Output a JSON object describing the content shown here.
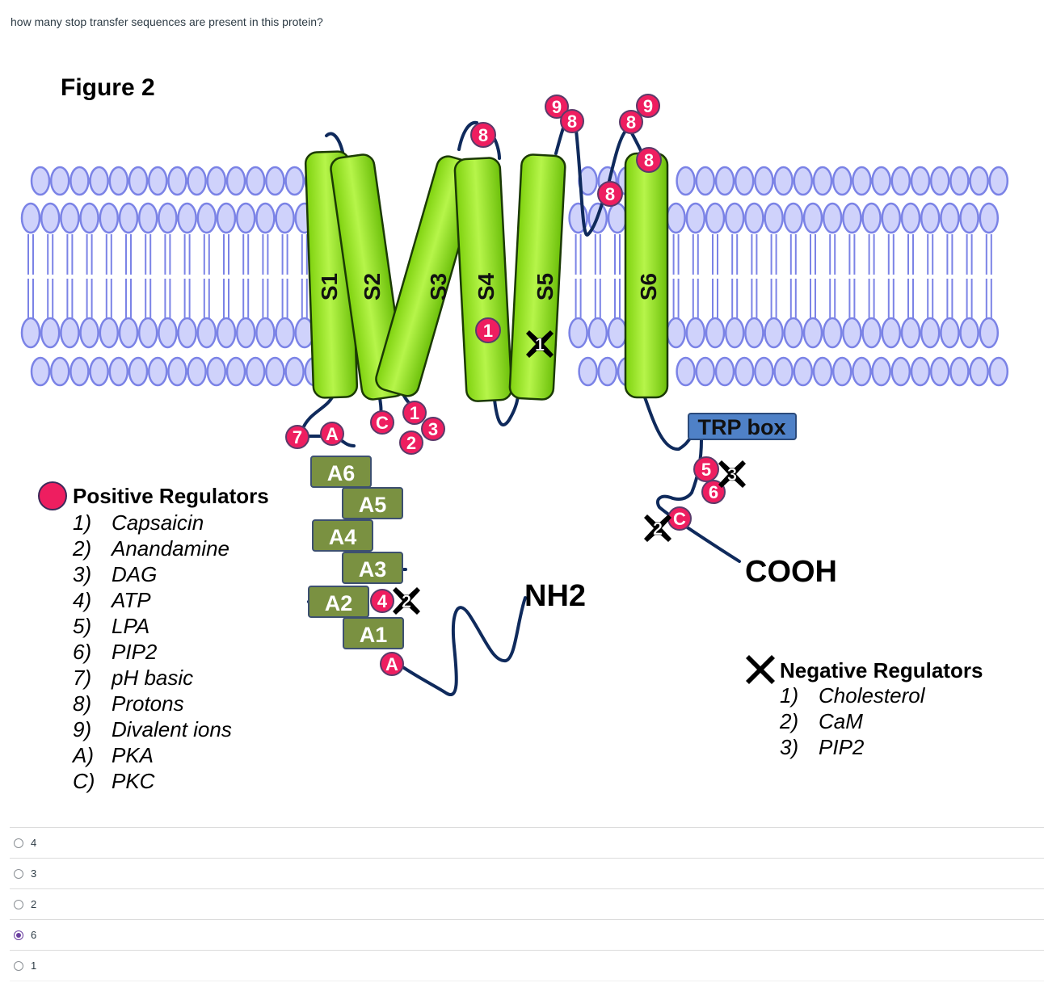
{
  "question": "how many stop transfer sequences are present in this protein?",
  "figure": {
    "title": "Figure 2",
    "segments": [
      "S1",
      "S2",
      "S3",
      "S4",
      "S5",
      "S6"
    ],
    "ankyrin_repeats": [
      "A6",
      "A5",
      "A4",
      "A3",
      "A2",
      "A1"
    ],
    "trp_box": "TRP box",
    "nh2": "NH2",
    "cooh": "COOH",
    "positive_title": "Positive Regulators",
    "positive": [
      {
        "num": "1)",
        "name": "Capsaicin"
      },
      {
        "num": "2)",
        "name": "Anandamine"
      },
      {
        "num": "3)",
        "name": "DAG"
      },
      {
        "num": "4)",
        "name": "ATP"
      },
      {
        "num": "5)",
        "name": "LPA"
      },
      {
        "num": "6)",
        "name": "PIP2"
      },
      {
        "num": "7)",
        "name": "pH basic"
      },
      {
        "num": "8)",
        "name": "Protons"
      },
      {
        "num": "9)",
        "name": "Divalent  ions"
      },
      {
        "num": "A)",
        "name": "PKA"
      },
      {
        "num": "C)",
        "name": "PKC"
      }
    ],
    "negative_title": "Negative Regulators",
    "negative": [
      {
        "num": "1)",
        "name": "Cholesterol"
      },
      {
        "num": "2)",
        "name": "CaM"
      },
      {
        "num": "3)",
        "name": "PIP2"
      }
    ],
    "site_labels": {
      "s1_7": "7",
      "s1_a": "A",
      "s2_c": "C",
      "s3_1": "1",
      "s3_3": "3",
      "s3_2": "2",
      "l34_8": "8",
      "l56_9a": "9",
      "l56_8a": "8",
      "l56_8b": "8",
      "l56_9b": "9",
      "l56_8c": "8",
      "l56_8d": "8",
      "s4_1": "1",
      "a2_4": "4",
      "a1_a": "A",
      "c5": "5",
      "c6": "6",
      "cc": "C",
      "neg_s5": "1",
      "neg_a2": "2",
      "neg_c3": "3",
      "neg_c2": "2"
    },
    "colors": {
      "membrane": "#7b83e6",
      "helix": "#8fe01d",
      "ankyrin": "#7a9141",
      "trp_box": "#4f81c7",
      "positive": "#ee1e60",
      "chain": "#0f2a5c"
    }
  },
  "answer_options": [
    {
      "label": "4",
      "selected": false
    },
    {
      "label": "3",
      "selected": false
    },
    {
      "label": "2",
      "selected": false
    },
    {
      "label": "6",
      "selected": true
    },
    {
      "label": "1",
      "selected": false
    }
  ]
}
